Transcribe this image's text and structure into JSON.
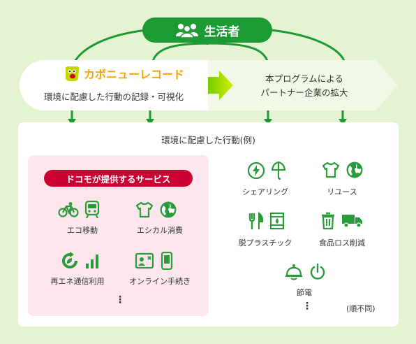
{
  "header": {
    "label": "生活者"
  },
  "left_block": {
    "brand_name": "カボニューレコード",
    "caption": "環境に配慮した行動の記録・可視化"
  },
  "right_block": {
    "lines": [
      "本プログラムによる",
      "パートナー企業の拡大"
    ]
  },
  "panel": {
    "title": "環境に配慮した行動(例)",
    "docomo_title": "ドコモが提供するサービス",
    "docomo_items": [
      {
        "label": "エコ移動",
        "icons": [
          "bicycle-icon",
          "train-icon"
        ]
      },
      {
        "label": "エシカル消費",
        "icons": [
          "tshirt-icon",
          "globe-icon"
        ]
      },
      {
        "label": "再エネ通信利用",
        "icons": [
          "renewable-icon",
          "signal-bars-icon"
        ]
      },
      {
        "label": "オンライン手続き",
        "icons": [
          "id-card-icon",
          "smartphone-icon"
        ]
      }
    ],
    "docomo_more": "⋮",
    "examples": [
      {
        "label": "シェアリング",
        "icons": [
          "power-share-icon",
          "umbrella-icon"
        ]
      },
      {
        "label": "リユース",
        "icons": [
          "tshirt-icon",
          "globe-icon"
        ]
      },
      {
        "label": "脱プラスチック",
        "icons": [
          "fork-knife-icon",
          "bottle-icon"
        ]
      },
      {
        "label": "食品ロス削減",
        "icons": [
          "trash-icon",
          "truck-icon"
        ]
      },
      {
        "label": "節電",
        "icons": [
          "lamp-icon",
          "power-icon"
        ]
      }
    ],
    "examples_more": "⋮",
    "order_note": "(順不同)"
  },
  "colors": {
    "background": "#e6f3d3",
    "green": "#1c9a34",
    "icon_green": "#2a9b3a",
    "docomo_red": "#cc0033",
    "docomo_panel": "#fde7ec",
    "brand_orange": "#f7a400",
    "arrow_yellow": "#b8e000"
  }
}
